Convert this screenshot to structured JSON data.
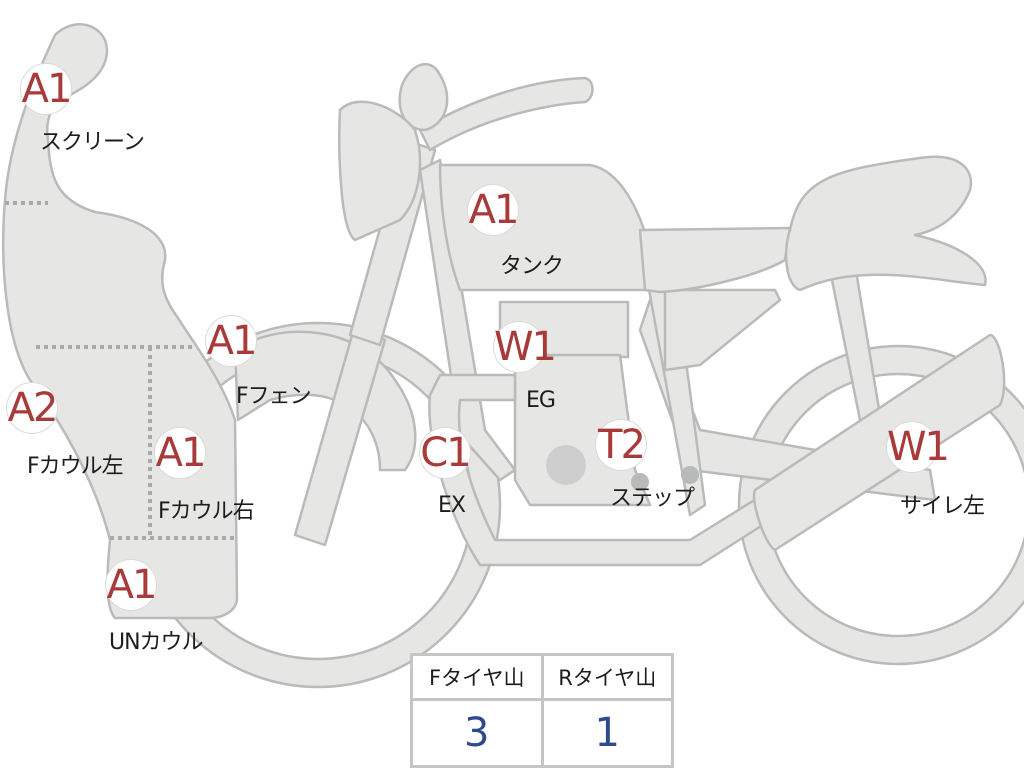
{
  "parts": {
    "screen": {
      "grade": "A1",
      "name": "スクリーン"
    },
    "tank": {
      "grade": "A1",
      "name": "タンク"
    },
    "f_fender": {
      "grade": "A1",
      "name": "Fフェン"
    },
    "engine": {
      "grade": "W1",
      "name": "EG"
    },
    "f_cowl_left": {
      "grade": "A2",
      "name": "Fカウル左"
    },
    "f_cowl_right": {
      "grade": "A1",
      "name": "Fカウル右"
    },
    "exhaust": {
      "grade": "C1",
      "name": "EX"
    },
    "step": {
      "grade": "T2",
      "name": "ステップ"
    },
    "silencer_left": {
      "grade": "W1",
      "name": "サイレ左"
    },
    "under_cowl": {
      "grade": "A1",
      "name": "UNカウル"
    }
  },
  "tire_tread": {
    "front_label": "Fタイヤ山",
    "rear_label": "Rタイヤ山",
    "front_value": "3",
    "rear_value": "1"
  },
  "colors": {
    "grade_text": "#a83a3a",
    "tread_value": "#2e4a8e",
    "part_fill": "#e6e7e5",
    "part_stroke": "#b9bbbb"
  }
}
